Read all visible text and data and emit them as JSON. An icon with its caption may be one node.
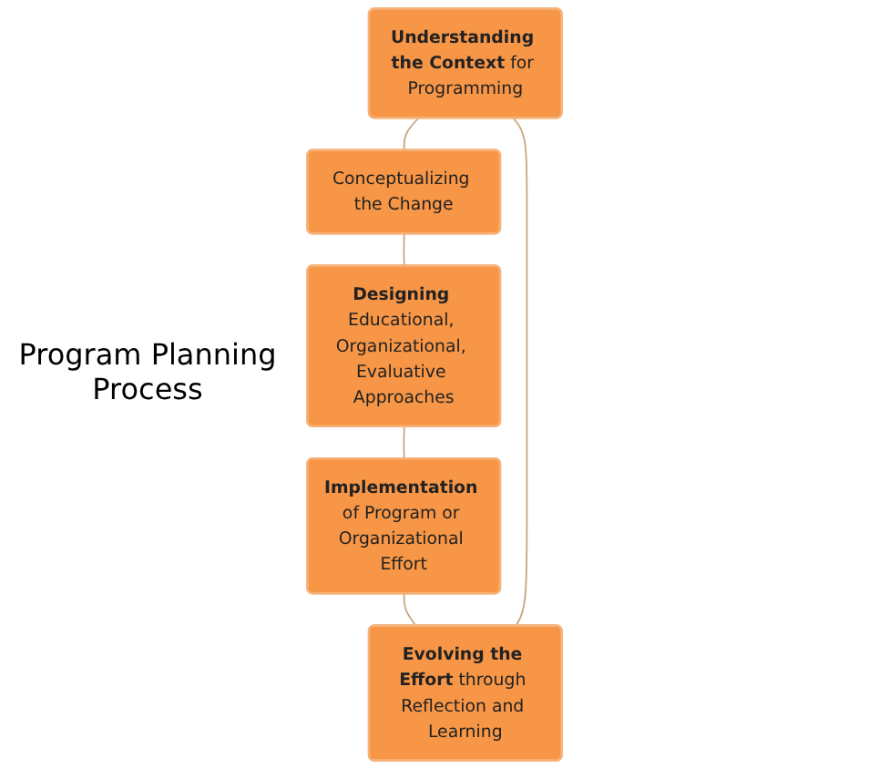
{
  "diagram": {
    "nodes": [
      {
        "text": [
          "**Understanding the Context** for Programming"
        ]
      },
      {
        "text": [
          "Conceptualizing the Change"
        ]
      },
      {
        "text": [
          "**Designing** Educational, Organizational, Evaluative Approaches"
        ]
      },
      {
        "text": [
          "**Implementation** of Program or Organizational Effort"
        ]
      },
      {
        "text": [
          "**Evolving the Effort** through Reflection and Learning"
        ]
      }
    ],
    "edges": [
      {
        "from": 0,
        "to": 1,
        "arrow": "none"
      },
      {
        "from": 1,
        "to": 2,
        "arrow": "none"
      },
      {
        "from": 2,
        "to": 3,
        "arrow": "none"
      },
      {
        "from": 3,
        "to": 4,
        "arrow": "none"
      },
      {
        "from": 4,
        "to": 0,
        "arrow": "none"
      }
    ],
    "labels": [
      "Program Planning Process"
    ]
  }
}
